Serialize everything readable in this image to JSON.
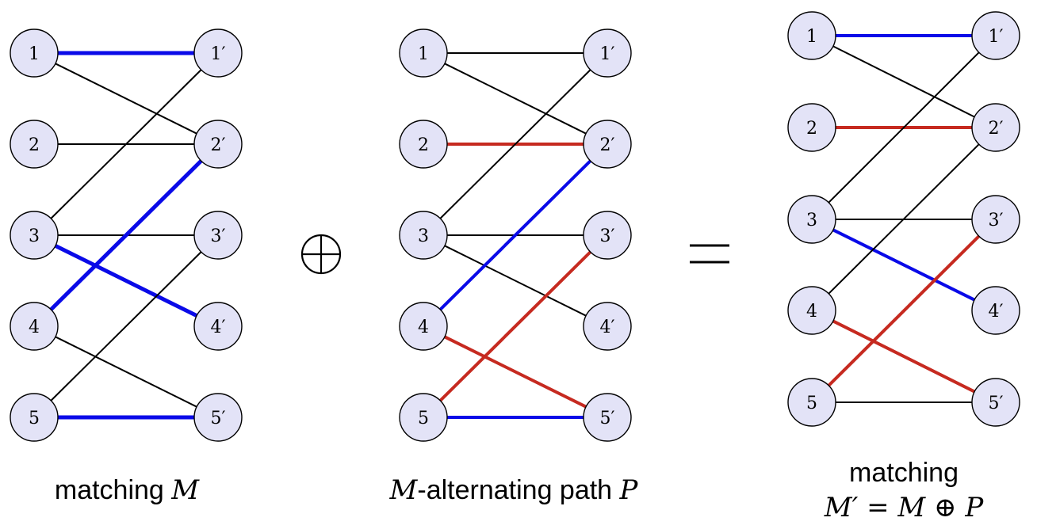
{
  "colors": {
    "black": "#000000",
    "blue": "#0a0ae8",
    "red": "#c62a20",
    "node_fill": "#e3e3f7"
  },
  "operators": {
    "oplus": "⊕",
    "equals": "="
  },
  "graphs": [
    {
      "id": "matching-M",
      "left_nodes": [
        "1",
        "2",
        "3",
        "4",
        "5"
      ],
      "right_nodes": [
        "1′",
        "2′",
        "3′",
        "4′",
        "5′"
      ],
      "edges": [
        {
          "from": 1,
          "to": 1,
          "color": "blue"
        },
        {
          "from": 1,
          "to": 2,
          "color": "black"
        },
        {
          "from": 2,
          "to": 2,
          "color": "black"
        },
        {
          "from": 3,
          "to": 1,
          "color": "black"
        },
        {
          "from": 3,
          "to": 3,
          "color": "black"
        },
        {
          "from": 3,
          "to": 4,
          "color": "blue"
        },
        {
          "from": 4,
          "to": 2,
          "color": "blue"
        },
        {
          "from": 4,
          "to": 5,
          "color": "black"
        },
        {
          "from": 5,
          "to": 3,
          "color": "black"
        },
        {
          "from": 5,
          "to": 5,
          "color": "blue"
        }
      ],
      "caption": {
        "text": "matching ",
        "math": "M"
      }
    },
    {
      "id": "alternating-path-P",
      "left_nodes": [
        "1",
        "2",
        "3",
        "4",
        "5"
      ],
      "right_nodes": [
        "1′",
        "2′",
        "3′",
        "4′",
        "5′"
      ],
      "edges": [
        {
          "from": 1,
          "to": 1,
          "color": "black"
        },
        {
          "from": 1,
          "to": 2,
          "color": "black"
        },
        {
          "from": 2,
          "to": 2,
          "color": "red"
        },
        {
          "from": 3,
          "to": 1,
          "color": "black"
        },
        {
          "from": 3,
          "to": 3,
          "color": "black"
        },
        {
          "from": 3,
          "to": 4,
          "color": "black"
        },
        {
          "from": 4,
          "to": 2,
          "color": "blue"
        },
        {
          "from": 4,
          "to": 5,
          "color": "red"
        },
        {
          "from": 5,
          "to": 3,
          "color": "red"
        },
        {
          "from": 5,
          "to": 5,
          "color": "blue"
        }
      ],
      "caption": {
        "math_prefix": "M",
        "text": "-alternating path ",
        "math": "P"
      }
    },
    {
      "id": "matching-M-prime",
      "left_nodes": [
        "1",
        "2",
        "3",
        "4",
        "5"
      ],
      "right_nodes": [
        "1′",
        "2′",
        "3′",
        "4′",
        "5′"
      ],
      "edges": [
        {
          "from": 1,
          "to": 1,
          "color": "blue"
        },
        {
          "from": 1,
          "to": 2,
          "color": "black"
        },
        {
          "from": 2,
          "to": 2,
          "color": "red"
        },
        {
          "from": 3,
          "to": 1,
          "color": "black"
        },
        {
          "from": 3,
          "to": 3,
          "color": "black"
        },
        {
          "from": 3,
          "to": 4,
          "color": "blue"
        },
        {
          "from": 4,
          "to": 2,
          "color": "black"
        },
        {
          "from": 4,
          "to": 5,
          "color": "red"
        },
        {
          "from": 5,
          "to": 3,
          "color": "red"
        },
        {
          "from": 5,
          "to": 5,
          "color": "black"
        }
      ],
      "caption": {
        "line1": "matching",
        "line2": "M′ = M ⊕ P"
      }
    }
  ]
}
